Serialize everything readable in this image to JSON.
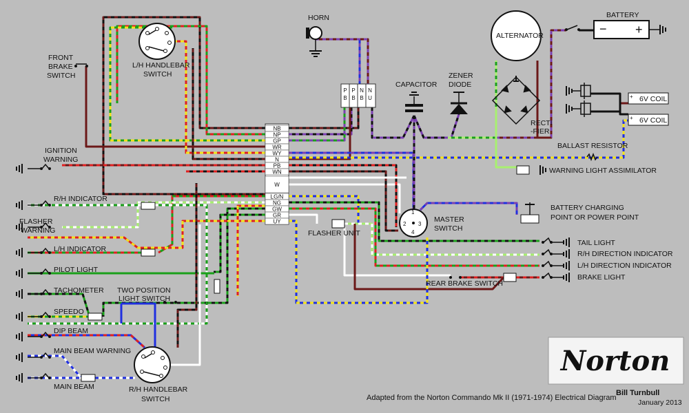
{
  "colors": {
    "background": "#bdbdbd",
    "black": "#111111",
    "brown": "#6b1818",
    "red": "#e02020",
    "green": "#1aa01a",
    "yellow": "#f2e21a",
    "purple": "#7a3fb0",
    "blue": "#2030e0",
    "white": "#ffffff",
    "light_green": "#a8f070",
    "norton_badge_bg": "#f4f4f4"
  },
  "components": {
    "horn": "HORN",
    "battery": "BATTERY",
    "battery_minus": "−",
    "battery_plus": "+",
    "alternator": "ALTERNATOR",
    "capacitor": "CAPACITOR",
    "zener_l1": "ZENER",
    "zener_l2": "DIODE",
    "rectifier_l1": "RECTI",
    "rectifier_l2": "-FIER",
    "coil_top": "6V COIL",
    "coil_bottom": "6V COIL",
    "ballast": "BALLAST RESISTOR",
    "assimilator": "WARNING LIGHT ASSIMILATOR",
    "charging_l1": "BATTERY CHARGING",
    "charging_l2": "POINT OR POWER POINT",
    "master_l1": "MASTER",
    "master_l2": "SWITCH",
    "flasher_unit": "FLASHER UNIT",
    "rear_brake_switch": "REAR BRAKE SWITCH",
    "tail_light": "TAIL LIGHT",
    "rh_dir": "R/H DIRECTION INDICATOR",
    "lh_dir": "L/H DIRECTION INDICATOR",
    "brake_light": "BRAKE LIGHT",
    "front_brake_l1": "FRONT",
    "front_brake_l2": "BRAKE",
    "front_brake_l3": "SWITCH",
    "lh_switch_l1": "L/H HANDLEBAR",
    "lh_switch_l2": "SWITCH",
    "ignition_l1": "IGNITION",
    "ignition_l2": "WARNING",
    "rh_indicator": "R/H INDICATOR",
    "flasher_l1": "FLASHER",
    "flasher_l2": "WARNING",
    "lh_indicator": "L/H INDICATOR",
    "pilot_light": "PILOT LIGHT",
    "tachometer": "TACHOMETER",
    "speedo": "SPEEDO",
    "dip_beam": "DIP BEAM",
    "main_beam_warning": "MAIN BEAM WARNING",
    "main_beam": "MAIN BEAM",
    "two_pos_l1": "TWO POSITION",
    "two_pos_l2": "LIGHT SWITCH",
    "rh_switch_l1": "R/H HANDLEBAR",
    "rh_switch_l2": "SWITCH"
  },
  "connector_rows": [
    "NB",
    "NP",
    "GP",
    "WR",
    "WY",
    "N",
    "PB",
    "WN",
    "W",
    "LG/N",
    "NG",
    "GW",
    "GR",
    "UY"
  ],
  "horn_block_wires": [
    "PB",
    "PB",
    "NB",
    "NU"
  ],
  "master_pins": [
    "1",
    "2",
    "3",
    "4"
  ],
  "credit": {
    "brand": "Norton",
    "author": "Bill Turnbull",
    "date": "January 2013",
    "source": "Adapted from the Norton Commando Mk II (1971-1974) Electrical Diagram"
  }
}
